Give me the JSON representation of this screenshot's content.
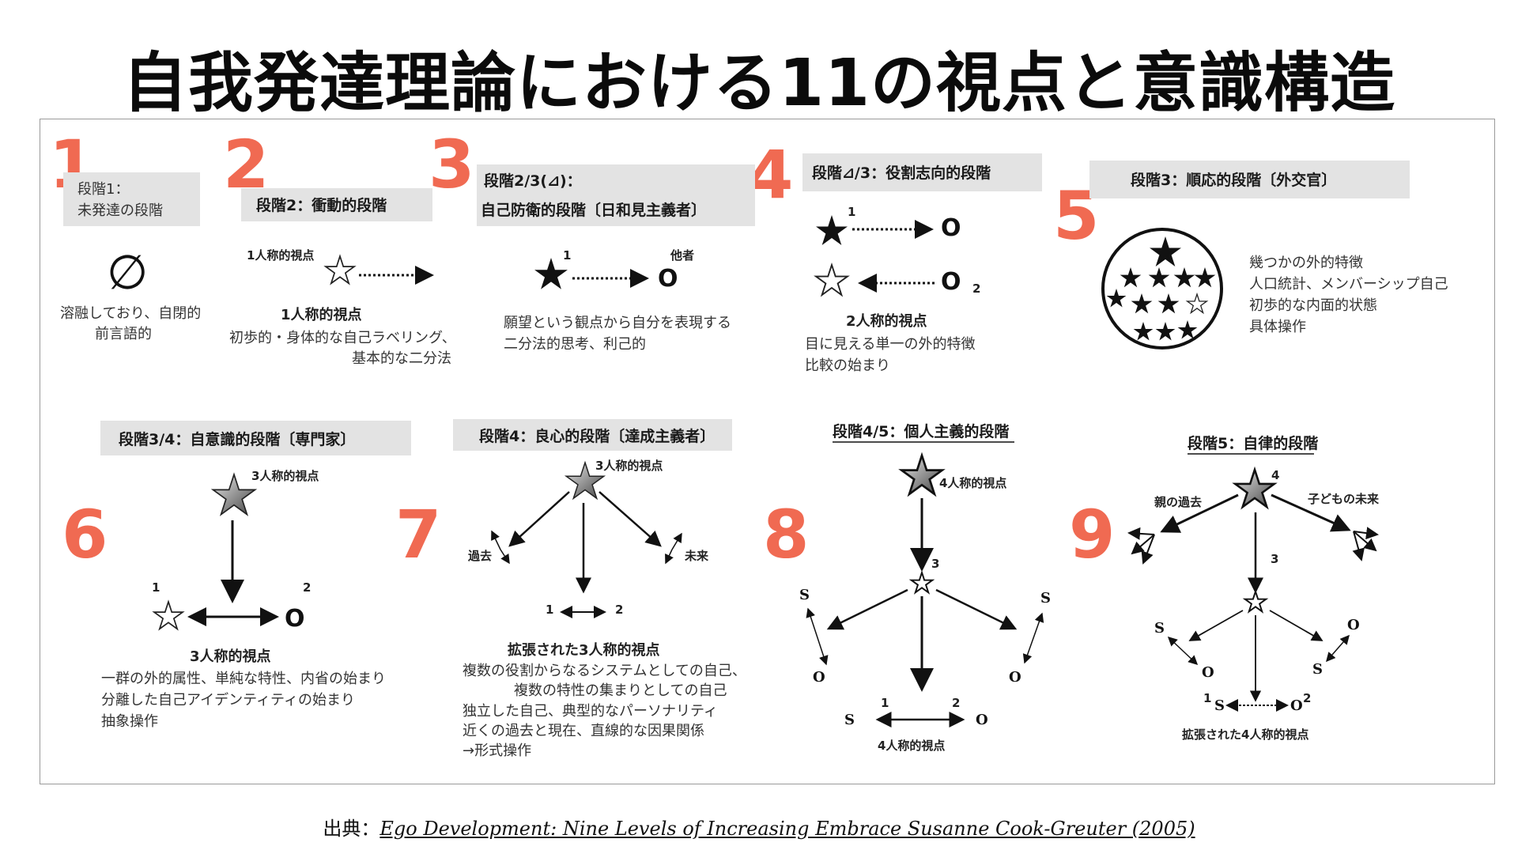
{
  "title": "自我発達理論における11の視点と意識構造",
  "numbers": [
    "1",
    "2",
    "3",
    "4",
    "5",
    "6",
    "7",
    "8",
    "9"
  ],
  "p1": {
    "stage_l1": "段階1：",
    "stage_l2": "未発達の段階",
    "symbol": "∅",
    "desc_l1": "溶融しており、自閉的",
    "desc_l2": "前言語的"
  },
  "p2": {
    "stage": "段階2：衝動的段階",
    "top_label": "1人称的視点",
    "mid_label": "1人称的視点",
    "desc_l1": "初歩的・身体的な自己ラベリング、",
    "desc_l2": "基本的な二分法"
  },
  "p3": {
    "stage_l1": "段階2/3(⊿)：",
    "stage_l2": "自己防衛的段階〔日和見主義者〕",
    "sup1": "1",
    "other": "他者",
    "o": "O",
    "desc_l1": "願望という観点から自分を表現する",
    "desc_l2": "二分法的思考、利己的"
  },
  "p4": {
    "stage": "段階⊿/3：役割志向的段階",
    "sup1": "1",
    "sup2": "2",
    "o": "O",
    "mid_label": "2人称的視点",
    "desc_l1": "目に見える単一の外的特徴",
    "desc_l2": "比較の始まり"
  },
  "p5": {
    "stage": "段階3：順応的段階〔外交官〕",
    "desc_l1": "幾つかの外的特徴",
    "desc_l2": "人口統計、メンバーシップ自己",
    "desc_l3": "初歩的な内面的状態",
    "desc_l4": "具体操作"
  },
  "p6": {
    "stage": "段階3/4：自意識的段階〔専門家〕",
    "top_label": "3人称的視点",
    "sup1": "1",
    "sup2": "2",
    "o": "O",
    "mid_label": "3人称的視点",
    "desc_l1": "一群の外的属性、単純な特性、内省の始まり",
    "desc_l2": "分離した自己アイデンティティの始まり",
    "desc_l3": "抽象操作"
  },
  "p7": {
    "stage": "段階4：良心的段階〔達成主義者〕",
    "top_label": "3人称的視点",
    "past": "過去",
    "future": "未来",
    "sup1": "1",
    "sup2": "2",
    "mid_label": "拡張された3人称的視点",
    "desc_l1": "複数の役割からなるシステムとしての自己、",
    "desc_l2": "複数の特性の集まりとしての自己",
    "desc_l3": "独立した自己、典型的なパーソナリティ",
    "desc_l4": "近くの過去と現在、直線的な因果関係",
    "desc_l5": "→形式操作"
  },
  "p8": {
    "stage": "段階4/5：個人主義的段階",
    "top_label": "4人称的視点",
    "sup3": "3",
    "sup1": "1",
    "sup2": "2",
    "s": "S",
    "o": "O",
    "bottom_label": "4人称的視点"
  },
  "p9": {
    "stage": "段階5：自律的段階",
    "sup4": "4",
    "sup3": "3",
    "sup1": "1",
    "sup2": "2",
    "parent_past": "親の過去",
    "child_future": "子どもの未来",
    "s": "S",
    "o": "O",
    "bottom_label": "拡張された4人称的視点"
  },
  "citation": {
    "prefix": "出典：",
    "ref": "Ego Development: Nine Levels of Increasing Embrace Susanne Cook-Greuter (2005)"
  }
}
